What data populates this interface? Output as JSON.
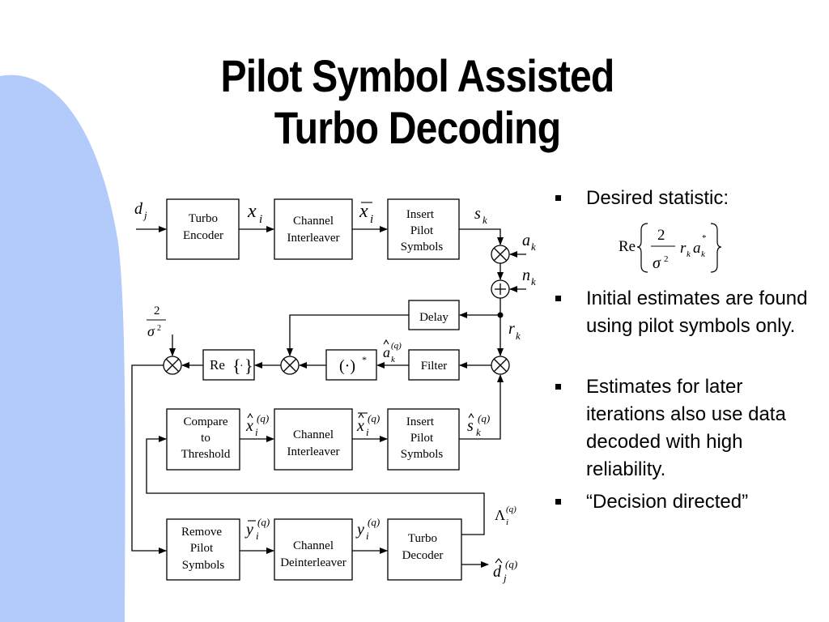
{
  "title": {
    "line1": "Pilot Symbol Assisted",
    "line2": "Turbo Decoding"
  },
  "colors": {
    "background_shape": "#b3cbfb",
    "text": "#000000"
  },
  "blocks": {
    "turbo_encoder": [
      "Turbo",
      "Encoder"
    ],
    "channel_interleaver_top": [
      "Channel",
      "Interleaver"
    ],
    "insert_pilot_top": [
      "Insert",
      "Pilot",
      "Symbols"
    ],
    "delay": "Delay",
    "filter": "Filter",
    "re_block": "Re",
    "conj_block": "(·)",
    "compare_threshold": [
      "Compare",
      "to",
      "Threshold"
    ],
    "channel_interleaver_mid": [
      "Channel",
      "Interleaver"
    ],
    "insert_pilot_mid": [
      "Insert",
      "Pilot",
      "Symbols"
    ],
    "remove_pilot": [
      "Remove",
      "Pilot",
      "Symbols"
    ],
    "channel_deinterleaver": [
      "Channel",
      "Deinterleaver"
    ],
    "turbo_decoder": [
      "Turbo",
      "Decoder"
    ]
  },
  "signals": {
    "dj": "d",
    "dj_sub": "j",
    "xi": "x",
    "xi_sub": "i",
    "xbar_i": "x",
    "xbar_i_sub": "i",
    "sk": "s",
    "sk_sub": "k",
    "ak": "a",
    "ak_sub": "k",
    "nk": "n",
    "nk_sub": "k",
    "rk": "r",
    "rk_sub": "k",
    "two": "2",
    "sigma2": "σ",
    "ahat": "a",
    "ahat_sub": "k",
    "q": "(q)",
    "xhat": "x",
    "xhat_sub": "i",
    "xbarhat": "x",
    "xbarhat_sub": "i",
    "shat": "s",
    "shat_sub": "k",
    "lambda": "Λ",
    "lambda_sub": "i",
    "ybar": "y",
    "ybar_sub": "i",
    "y": "y",
    "y_sub": "i",
    "dhat": "d",
    "dhat_sub": "j",
    "star": "*",
    "sq": "2"
  },
  "bullets": [
    "Desired statistic:",
    "Initial estimates are found using pilot symbols only.",
    "Estimates for later iterations also use data decoded with high reliability.",
    "“Decision directed”"
  ],
  "formula": {
    "re": "Re",
    "num": "2",
    "den": "σ",
    "den_sup": "2",
    "r": "r",
    "r_sub": "k",
    "a": "a",
    "a_sub": "k",
    "a_sup": "*"
  }
}
